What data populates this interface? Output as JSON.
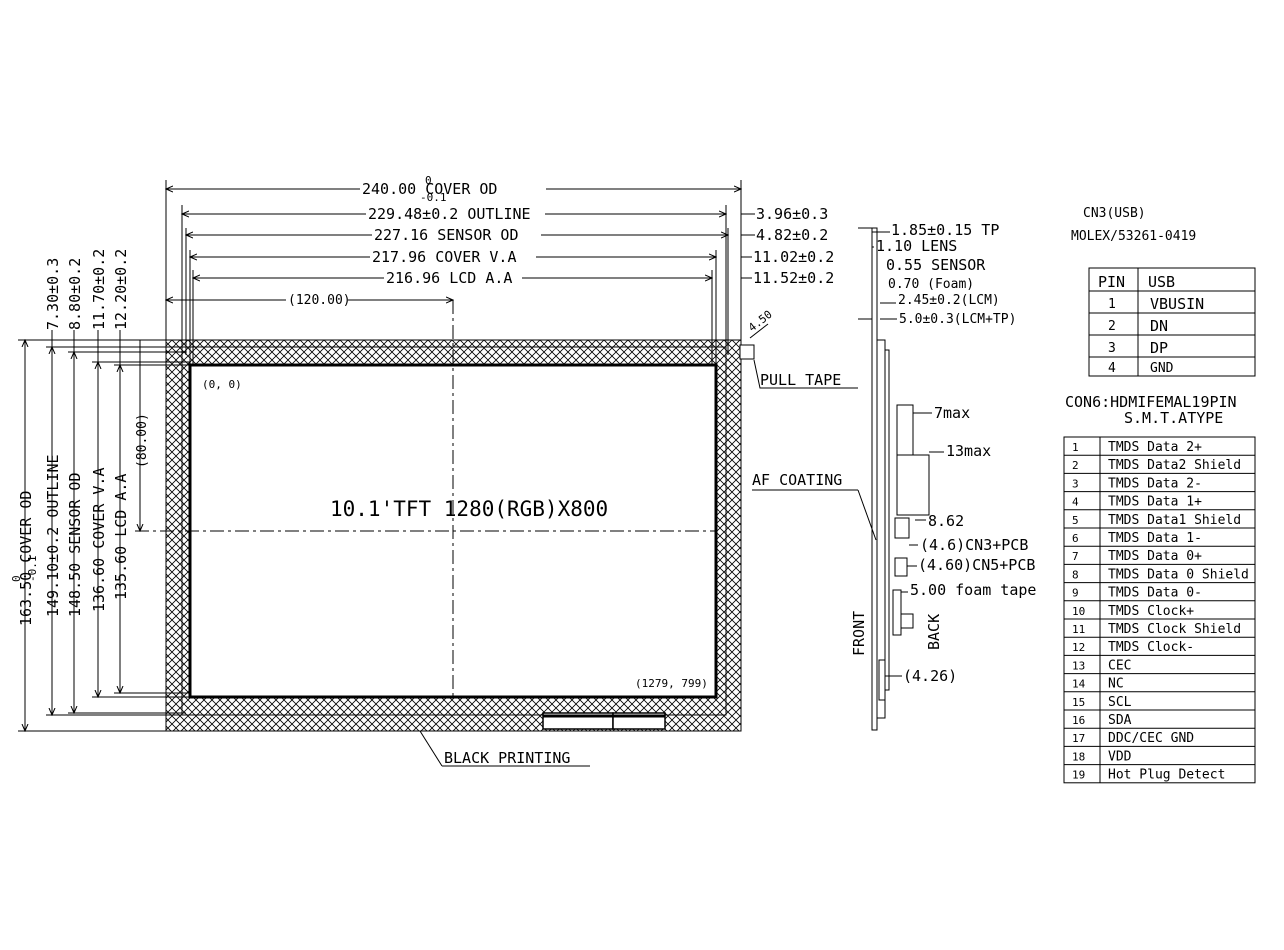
{
  "front_view": {
    "panel_title": "10.1'TFT 1280(RGB)X800",
    "origin_label": "(0, 0)",
    "end_label": "(1279, 799)",
    "horizontal_dims": [
      "240.00 COVER OD",
      "229.48±0.2 OUTLINE",
      "227.16 SENSOR OD",
      "217.96 COVER V.A",
      "216.96 LCD A.A",
      "(120.00)"
    ],
    "cover_od_tolerance_upper": "0",
    "cover_od_tolerance_lower": "-0.1",
    "right_dims": [
      "3.96±0.3",
      "4.82±0.2",
      "11.02±0.2",
      "11.52±0.2"
    ],
    "vertical_dims": [
      "163.50 COVER OD",
      "149.10±0.2 OUTLINE",
      "148.50 SENSOR OD",
      "136.60 COVER V.A",
      "135.60 LCD A.A"
    ],
    "cover_od_v_tolerance_upper": "0",
    "cover_od_v_tolerance_lower": "-0.1",
    "top_offset_dims": [
      "7.30±0.3",
      "8.80±0.2",
      "11.70±0.2",
      "12.20±0.2"
    ],
    "center_v_dim": "(80.00)",
    "pull_tape": "PULL TAPE",
    "pull_tape_dim": "4.50",
    "black_printing": "BLACK PRINTING",
    "af_coating": "AF COATING"
  },
  "side_view": {
    "stack_dims": [
      "1.85±0.15 TP",
      "1.10 LENS",
      "0.55 SENSOR",
      "0.70 (Foam)",
      "2.45±0.2(LCM)",
      "5.0±0.3(LCM+TP)"
    ],
    "back_dims": [
      "7max",
      "13max",
      "8.62",
      "(4.6)CN3+PCB",
      "(4.60)CN5+PCB",
      "5.00 foam tape",
      "(4.26)"
    ],
    "front_label": "FRONT",
    "back_label": "BACK"
  },
  "usb_connector": {
    "title": "CN3(USB)",
    "part": "MOLEX/53261-0419",
    "headers": [
      "PIN",
      "USB"
    ],
    "rows": [
      [
        "1",
        "VBUSIN"
      ],
      [
        "2",
        "DN"
      ],
      [
        "3",
        "DP"
      ],
      [
        "4",
        "GND"
      ]
    ]
  },
  "hdmi_connector": {
    "title_line1": "CON6:HDMIFEMAL19PIN",
    "title_line2": "S.M.T.ATYPE",
    "rows": [
      [
        "1",
        "TMDS Data 2+"
      ],
      [
        "2",
        "TMDS Data2 Shield"
      ],
      [
        "3",
        "TMDS Data 2-"
      ],
      [
        "4",
        "TMDS Data 1+"
      ],
      [
        "5",
        "TMDS Data1 Shield"
      ],
      [
        "6",
        "TMDS Data 1-"
      ],
      [
        "7",
        "TMDS Data 0+"
      ],
      [
        "8",
        "TMDS Data 0 Shield"
      ],
      [
        "9",
        "TMDS Data 0-"
      ],
      [
        "10",
        "TMDS Clock+"
      ],
      [
        "11",
        "TMDS Clock Shield"
      ],
      [
        "12",
        "TMDS Clock-"
      ],
      [
        "13",
        "CEC"
      ],
      [
        "14",
        "NC"
      ],
      [
        "15",
        "SCL"
      ],
      [
        "16",
        "SDA"
      ],
      [
        "17",
        "DDC/CEC GND"
      ],
      [
        "18",
        "VDD"
      ],
      [
        "19",
        "Hot Plug Detect"
      ]
    ]
  }
}
